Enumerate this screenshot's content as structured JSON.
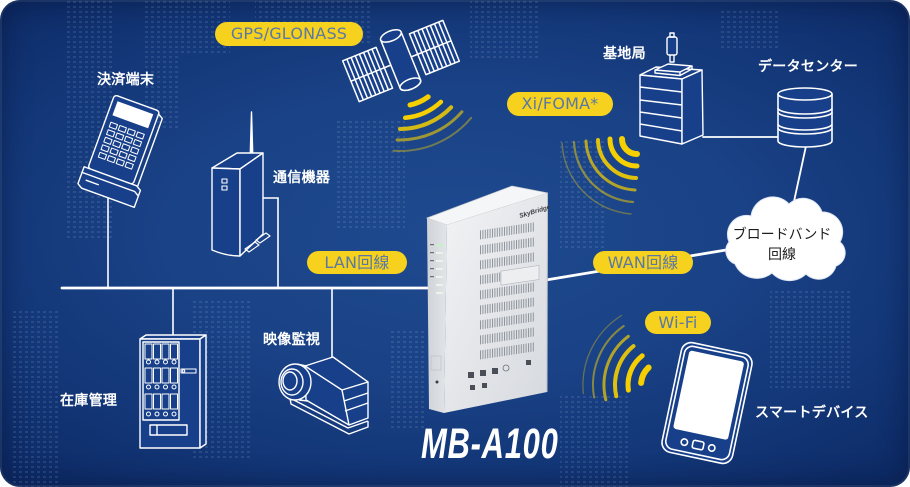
{
  "diagram": {
    "product_name": "MB-A100",
    "device_brand": "SkyBridge",
    "links": {
      "gnss": "GPS/GLONASS",
      "mobile": "Xi/FOMA*",
      "lan": "LAN回線",
      "wan": "WAN回線",
      "wifi": "Wi-Fi"
    },
    "nodes": {
      "payment_terminal": {
        "label": "決済端末",
        "icon": "payment-terminal-icon"
      },
      "comm_equipment": {
        "label": "通信機器",
        "icon": "comm-equipment-icon"
      },
      "inventory_management": {
        "label": "在庫管理",
        "icon": "vending-machine-icon"
      },
      "video_surveillance": {
        "label": "映像監視",
        "icon": "surveillance-camera-icon"
      },
      "base_station": {
        "label": "基地局",
        "icon": "base-station-icon"
      },
      "data_center": {
        "label": "データセンター",
        "icon": "database-icon"
      },
      "broadband_line": {
        "lines": [
          "ブロードバンド",
          "回線"
        ],
        "icon": "cloud-icon"
      },
      "smart_device": {
        "label": "スマートデバイス",
        "icon": "tablet-icon"
      },
      "satellite": {
        "icon": "satellite-icon"
      },
      "router": {
        "icon": "router-icon"
      }
    }
  },
  "colors": {
    "background": "#1a4286",
    "label_pill": "#f6d11d",
    "label_pill_text": "#5a78a5",
    "line": "#ffffff",
    "signal_waves": "#f5cf00",
    "cloud_fill": "#ffffff",
    "cloud_text": "#1c1c1c"
  }
}
